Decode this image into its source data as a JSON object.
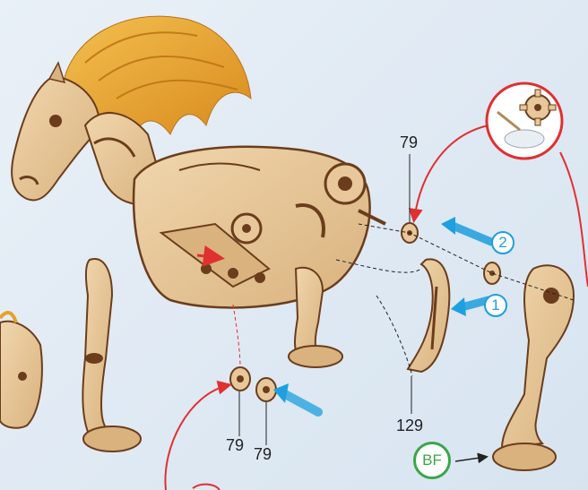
{
  "diagram": {
    "part_labels": {
      "top_washer": "79",
      "bottom_washer_left": "79",
      "bottom_washer_right": "79",
      "leg_part": "129"
    },
    "steps": {
      "step_one": "1",
      "step_two": "2"
    },
    "badge": "BF",
    "colors": {
      "wood_light": "#e8c79a",
      "wood_dark": "#6b3d1c",
      "mane": "#e6a12b",
      "step_blue": "#1e9fe0",
      "red_callout": "#e03030",
      "green_badge": "#3aa64a"
    }
  }
}
